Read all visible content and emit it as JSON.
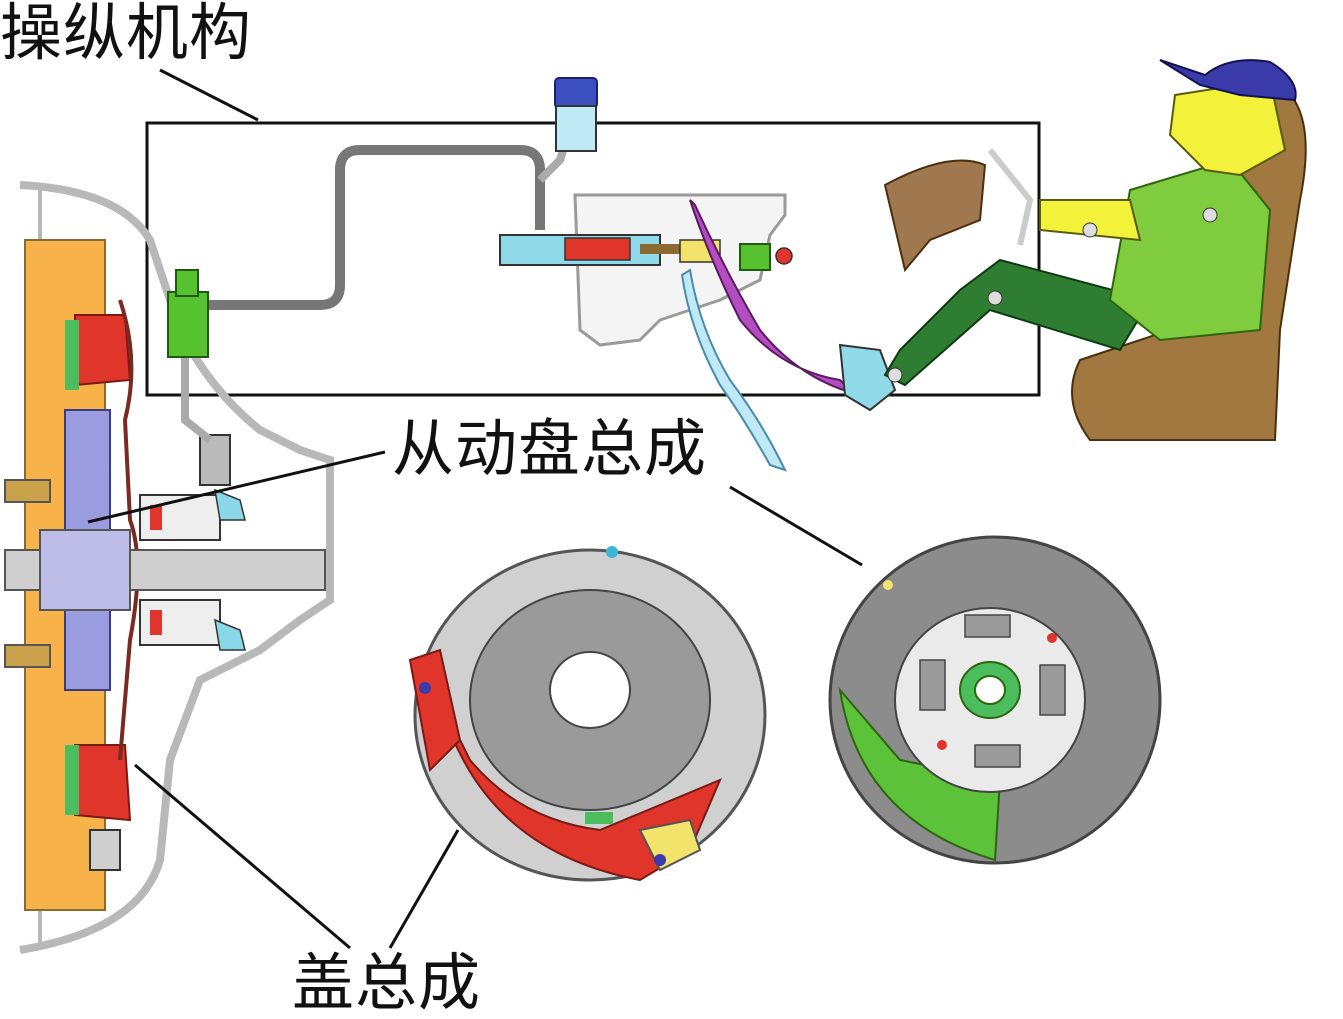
{
  "labels": {
    "operating_mechanism": "操纵机构",
    "driven_disc_assembly": "从动盘总成",
    "cover_assembly": "盖总成"
  },
  "colors": {
    "flywheel": "#f7b24a",
    "pressure_plate": "#e0352b",
    "driven_disc_hub": "#9b9be0",
    "hydraulic_part": "#7ad04a",
    "pedal": "#b44cc2",
    "friction_lining": "#8c8c8c",
    "driver_shirt": "#7fcc3f",
    "driver_pants": "#2e7d32",
    "seat": "#a07840",
    "driver_face": "#f2f23a",
    "cap": "#3a3aa8"
  },
  "icons": [
    "clutch-cross-section",
    "hydraulic-line",
    "master-cylinder",
    "reservoir",
    "clutch-pedal",
    "driver-figure",
    "pressure-plate-cover",
    "driven-disc"
  ]
}
